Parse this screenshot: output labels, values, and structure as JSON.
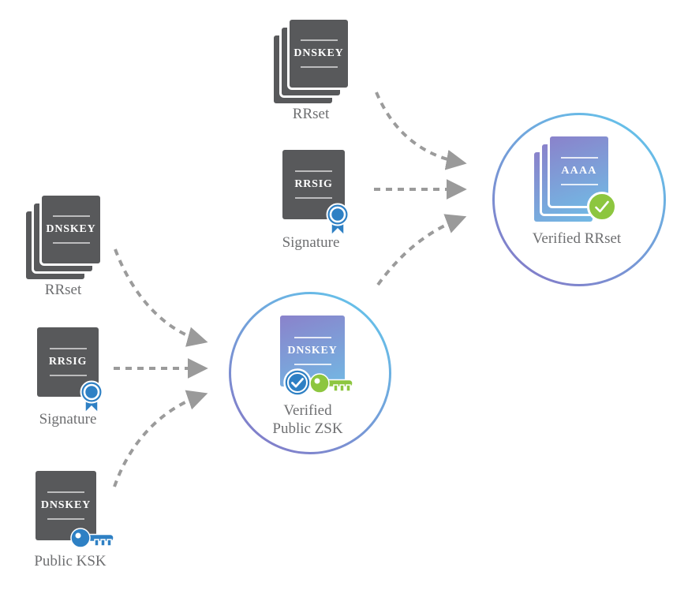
{
  "nodes": {
    "top_rrset": {
      "doc_text": "DNSKEY",
      "label": "RRset"
    },
    "mid_signature": {
      "doc_text": "RRSIG",
      "label": "Signature"
    },
    "verified_rrset": {
      "doc_text": "AAAA",
      "label": "Verified RRset"
    },
    "left_rrset": {
      "doc_text": "DNSKEY",
      "label": "RRset"
    },
    "left_signature": {
      "doc_text": "RRSIG",
      "label": "Signature"
    },
    "public_ksk": {
      "doc_text": "DNSKEY",
      "label": "Public KSK"
    },
    "verified_zsk": {
      "doc_text": "DNSKEY",
      "label_line1": "Verified",
      "label_line2": "Public ZSK"
    }
  },
  "connections": [
    {
      "from": "top_rrset",
      "to": "verified_rrset"
    },
    {
      "from": "mid_signature",
      "to": "verified_rrset"
    },
    {
      "from": "verified_zsk",
      "to": "verified_rrset"
    },
    {
      "from": "left_rrset",
      "to": "verified_zsk"
    },
    {
      "from": "left_signature",
      "to": "verified_zsk"
    },
    {
      "from": "public_ksk",
      "to": "verified_zsk"
    }
  ],
  "colors": {
    "document_gray": "#58595b",
    "label_gray": "#6e6f71",
    "arrow_gray": "#9b9b9b",
    "accent_blue": "#2e80c4",
    "accent_green": "#8dc63f",
    "circle_gradient_start": "#63c6ec",
    "circle_gradient_end": "#8478c7",
    "doc_gradient_start": "#8a82cb",
    "doc_gradient_end": "#72b9e4"
  }
}
